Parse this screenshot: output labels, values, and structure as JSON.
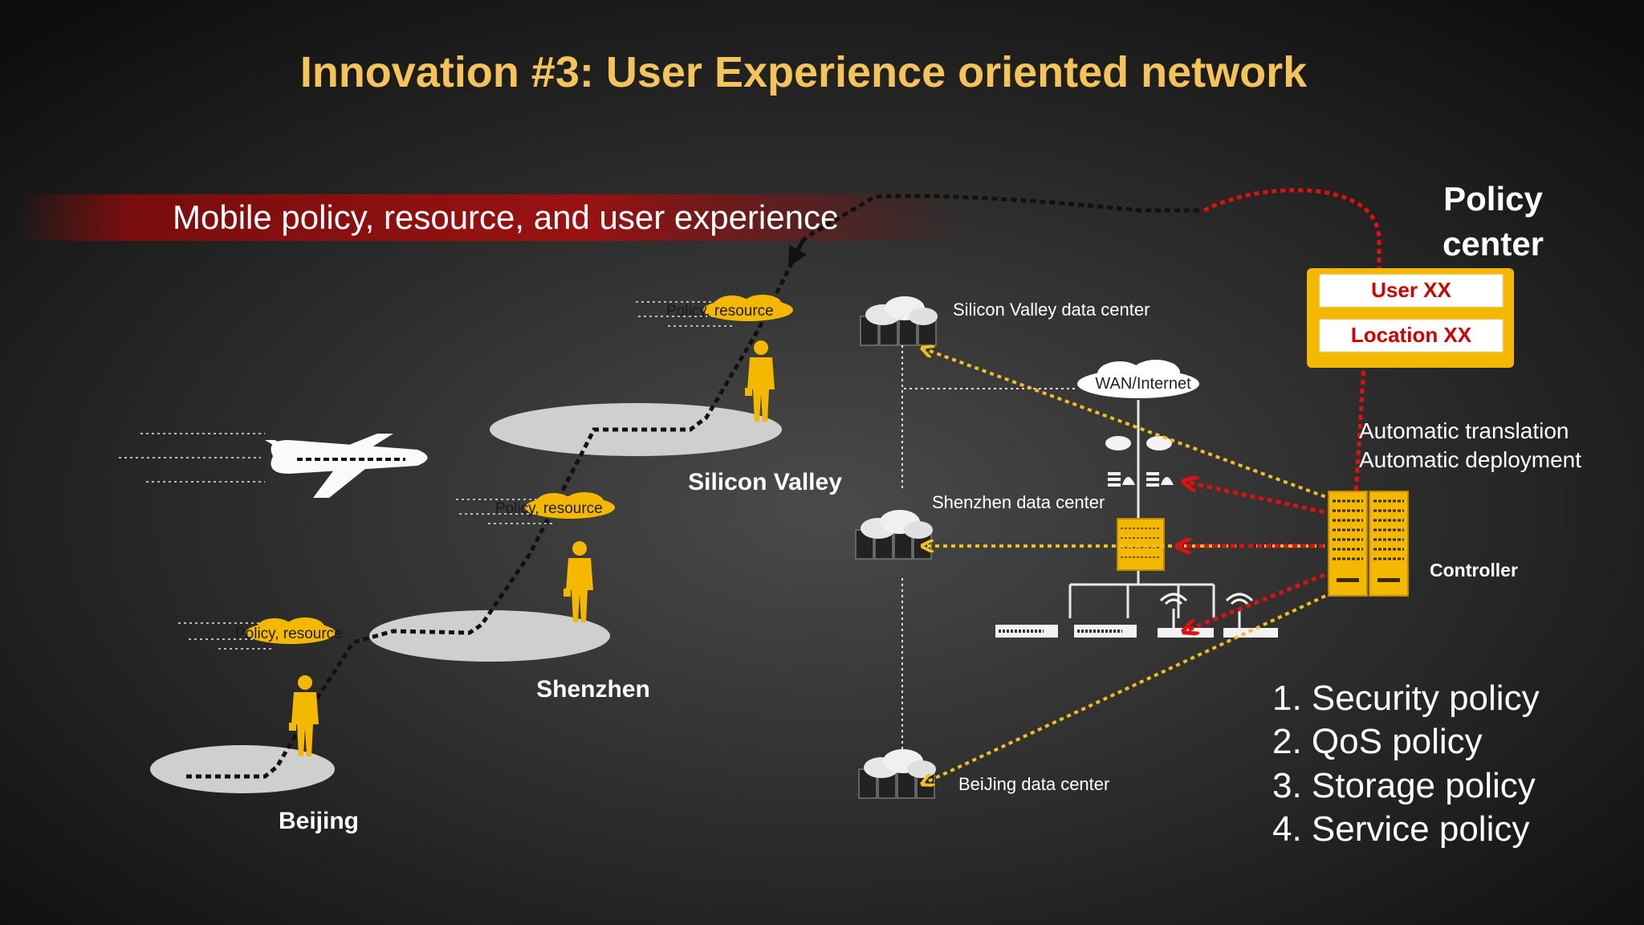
{
  "title": "Innovation #3: User Experience oriented network",
  "banner": "Mobile policy, resource, and user experience",
  "cities": {
    "beijing": "Beijing",
    "shenzhen": "Shenzhen",
    "silicon_valley": "Silicon Valley"
  },
  "cloud_labels": {
    "beijing": "Policy, resource",
    "shenzhen": "Policy, resource",
    "silicon_valley": "Policy, resource"
  },
  "datacenters": {
    "silicon_valley": "Silicon Valley data center",
    "shenzhen": "Shenzhen data center",
    "beijing": "BeiJing data center"
  },
  "wan_label": "WAN/Internet",
  "policy_center": {
    "line1": "Policy",
    "line2": "center",
    "user_tag": "User XX",
    "location_tag": "Location XX"
  },
  "automation": {
    "line1": "Automatic translation",
    "line2": "Automatic deployment"
  },
  "controller_label": "Controller",
  "policies": [
    "1. Security policy",
    "2. QoS policy",
    "3. Storage policy",
    "4. Service policy"
  ],
  "colors": {
    "accent_gold": "#f5b800",
    "title_gold": "#f4c35a",
    "red_path": "#e01010",
    "yellow_path": "#f0c020",
    "banner_red": "#8a0a0a"
  }
}
